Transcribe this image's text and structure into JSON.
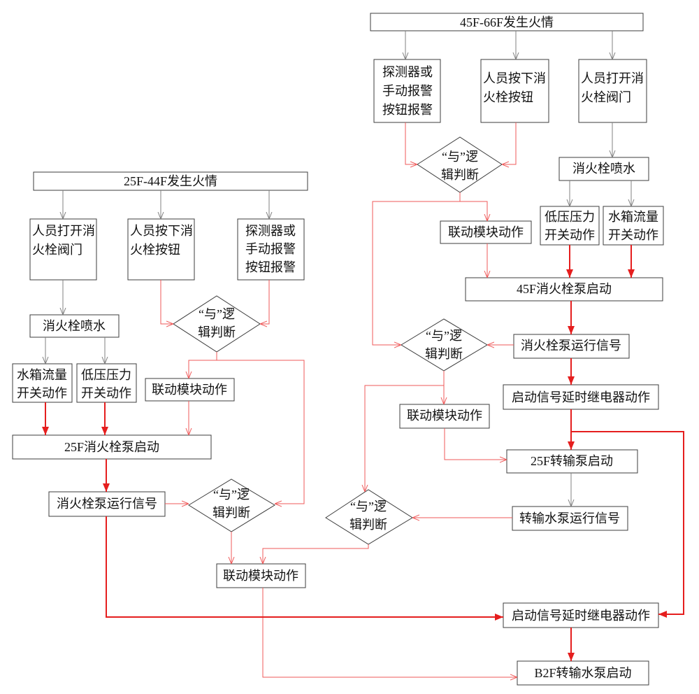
{
  "nodes": {
    "fire_45_66": {
      "lines": [
        "45F-66F发生火情"
      ]
    },
    "r_detector_alarm": {
      "lines": [
        "探测器或",
        "手动报警",
        "按钮报警"
      ]
    },
    "r_button_press": {
      "lines": [
        "人员按下消",
        "火栓按钮"
      ]
    },
    "r_valve_open": {
      "lines": [
        "人员打开消",
        "火栓阀门"
      ]
    },
    "r_and_gate_1": {
      "lines": [
        "“与”逻",
        "辑判断"
      ]
    },
    "r_hydrant_spray": {
      "lines": [
        "消火栓喷水"
      ]
    },
    "r_linkage_module_1": {
      "lines": [
        "联动模块动作"
      ]
    },
    "r_low_pressure_switch": {
      "lines": [
        "低压压力",
        "开关动作"
      ]
    },
    "r_tank_flow_switch": {
      "lines": [
        "水箱流量",
        "开关动作"
      ]
    },
    "r_pump_45f_start": {
      "lines": [
        "45F消火栓泵启动"
      ]
    },
    "r_and_gate_2": {
      "lines": [
        "“与”逻",
        "辑判断"
      ]
    },
    "r_pump_run_signal": {
      "lines": [
        "消火栓泵运行信号"
      ]
    },
    "r_delay_relay": {
      "lines": [
        "启动信号延时继电器动作"
      ]
    },
    "r_linkage_module_2": {
      "lines": [
        "联动模块动作"
      ]
    },
    "r_transfer_pump_25f_start": {
      "lines": [
        "25F转输泵启动"
      ]
    },
    "r_and_gate_3": {
      "lines": [
        "“与”逻",
        "辑判断"
      ]
    },
    "r_transfer_pump_run_signal": {
      "lines": [
        "转输水泵运行信号"
      ]
    },
    "fire_25_44": {
      "lines": [
        "25F-44F发生火情"
      ]
    },
    "l_valve_open": {
      "lines": [
        "人员打开消",
        "火栓阀门"
      ]
    },
    "l_button_press": {
      "lines": [
        "人员按下消",
        "火栓按钮"
      ]
    },
    "l_detector_alarm": {
      "lines": [
        "探测器或",
        "手动报警",
        "按钮报警"
      ]
    },
    "l_and_gate_1": {
      "lines": [
        "“与”逻",
        "辑判断"
      ]
    },
    "l_hydrant_spray": {
      "lines": [
        "消火栓喷水"
      ]
    },
    "l_tank_flow_switch": {
      "lines": [
        "水箱流量",
        "开关动作"
      ]
    },
    "l_low_pressure_switch": {
      "lines": [
        "低压压力",
        "开关动作"
      ]
    },
    "l_linkage_module_1": {
      "lines": [
        "联动模块动作"
      ]
    },
    "l_pump_25f_start": {
      "lines": [
        "25F消火栓泵启动"
      ]
    },
    "l_pump_run_signal": {
      "lines": [
        "消火栓泵运行信号"
      ]
    },
    "l_and_gate_2": {
      "lines": [
        "“与”逻",
        "辑判断"
      ]
    },
    "linkage_module_bottom": {
      "lines": [
        "联动模块动作"
      ]
    },
    "delay_relay_bottom": {
      "lines": [
        "启动信号延时继电器动作"
      ]
    },
    "b2f_transfer_pump_start": {
      "lines": [
        "B2F转输水泵启动"
      ]
    }
  },
  "colors": {
    "box_border": "#3c3c3c",
    "gray_flow": "#808080",
    "red_flow": "#ef5a5a",
    "thick_red_flow": "#e51e1e",
    "background": "#ffffff",
    "text": "#111111"
  }
}
